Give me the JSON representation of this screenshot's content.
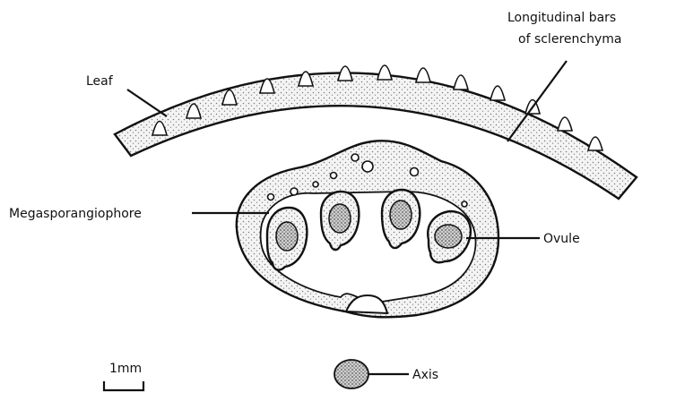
{
  "labels": {
    "leaf": "Leaf",
    "bars_line1": "Longitudinal bars",
    "bars_line2": "of sclerenchyma",
    "megasporangiophore": "Megasporangiophore",
    "ovule": "Ovule",
    "axis": "Axis",
    "scale": "1mm"
  },
  "colors": {
    "ink": "#111111",
    "stipple_bg": "#f4f4f4",
    "stipple_dot": "#7a7a7a",
    "dense_dot": "#555555"
  }
}
